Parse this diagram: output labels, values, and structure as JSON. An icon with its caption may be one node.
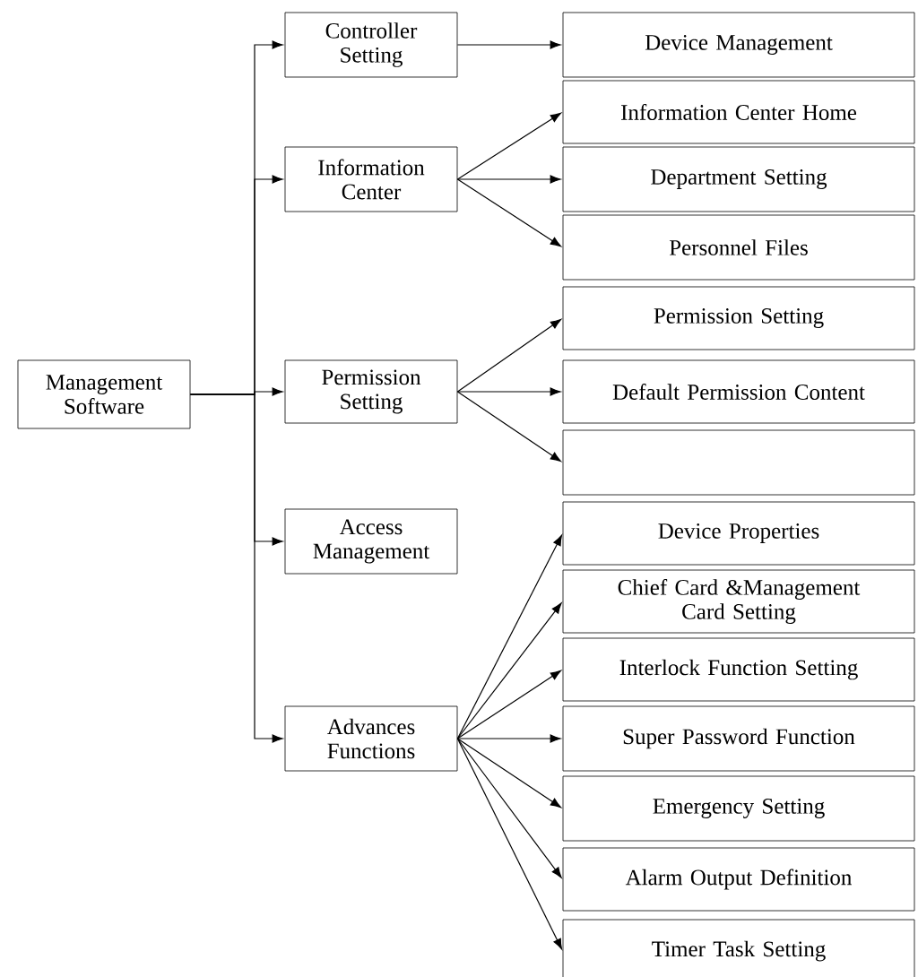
{
  "diagram": {
    "nodes": [
      {
        "text": [
          "Management Software"
        ]
      },
      {
        "text": [
          "Controller Setting"
        ]
      },
      {
        "text": [
          "Information Center"
        ]
      },
      {
        "text": [
          "Permission Setting"
        ]
      },
      {
        "text": [
          "Access Management"
        ]
      },
      {
        "text": [
          "Advances Functions"
        ]
      },
      {
        "text": [
          "Device Management"
        ]
      },
      {
        "text": [
          "Information Center Home"
        ]
      },
      {
        "text": [
          "Department Setting"
        ]
      },
      {
        "text": [
          "Personnel Files"
        ]
      },
      {
        "text": [
          "Permission Setting"
        ]
      },
      {
        "text": [
          "Default Permission Content"
        ]
      },
      {
        "text": [],
        "shape": "box"
      },
      {
        "text": [
          "Device Properties"
        ]
      },
      {
        "text": [
          "Chief Card &Management Card Setting"
        ]
      },
      {
        "text": [
          "Interlock Function Setting"
        ]
      },
      {
        "text": [
          "Super Password Function"
        ]
      },
      {
        "text": [
          "Emergency Setting"
        ]
      },
      {
        "text": [
          "Alarm Output Definition"
        ]
      },
      {
        "text": [
          "Timer Task Setting"
        ]
      }
    ],
    "edges": [
      {
        "from": 0,
        "to": 1,
        "arrow": "to"
      },
      {
        "from": 0,
        "to": 2,
        "arrow": "to"
      },
      {
        "from": 0,
        "to": 3,
        "arrow": "to"
      },
      {
        "from": 0,
        "to": 4,
        "arrow": "to"
      },
      {
        "from": 0,
        "to": 5,
        "arrow": "to"
      },
      {
        "from": 1,
        "to": 6,
        "arrow": "to"
      },
      {
        "from": 2,
        "to": 7,
        "arrow": "to"
      },
      {
        "from": 2,
        "to": 8,
        "arrow": "to"
      },
      {
        "from": 2,
        "to": 9,
        "arrow": "to"
      },
      {
        "from": 3,
        "to": 10,
        "arrow": "to"
      },
      {
        "from": 3,
        "to": 11,
        "arrow": "to"
      },
      {
        "from": 3,
        "to": 12,
        "arrow": "to"
      },
      {
        "from": 5,
        "to": 13,
        "arrow": "to"
      },
      {
        "from": 5,
        "to": 14,
        "arrow": "to"
      },
      {
        "from": 5,
        "to": 15,
        "arrow": "to"
      },
      {
        "from": 5,
        "to": 16,
        "arrow": "to"
      },
      {
        "from": 5,
        "to": 17,
        "arrow": "to"
      },
      {
        "from": 5,
        "to": 18,
        "arrow": "to"
      },
      {
        "from": 5,
        "to": 19,
        "arrow": "to"
      }
    ]
  }
}
